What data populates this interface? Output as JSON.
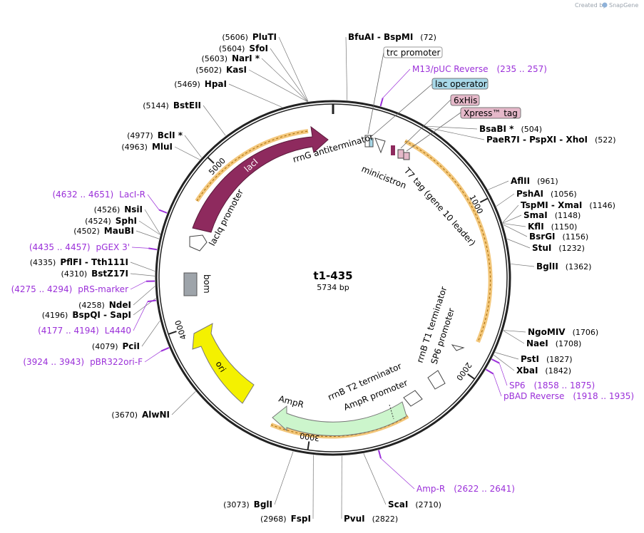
{
  "brand": {
    "created_by": "Created by",
    "app": "SnapGene"
  },
  "plasmid": {
    "name": "t1-435",
    "length": "5734 bp",
    "total_bp": 5734
  },
  "colors": {
    "backbone": "#222222",
    "primer": "#9b30d9",
    "lacI": "#8e2a5e",
    "ori": "#f4f100",
    "ampR": "#ccf5cc",
    "bom": "#9ea4aa",
    "orf": "#e8a640",
    "his_tag": "#e5b8c9",
    "lac_operator": "#a8d8e8"
  },
  "ticks": [
    {
      "label": "1000",
      "pos": 1000
    },
    {
      "label": "2000",
      "pos": 2000
    },
    {
      "label": "3000",
      "pos": 3000
    },
    {
      "label": "4000",
      "pos": 4000
    },
    {
      "label": "5000",
      "pos": 5000
    }
  ],
  "enzymes": [
    {
      "name": "PluTI",
      "pos": "(5606)"
    },
    {
      "name": "SfoI",
      "pos": "(5604)"
    },
    {
      "name": "NarI *",
      "pos": "(5603)"
    },
    {
      "name": "KasI",
      "pos": "(5602)"
    },
    {
      "name": "HpaI",
      "pos": "(5469)"
    },
    {
      "name": "BstEII",
      "pos": "(5144)"
    },
    {
      "name": "BclI *",
      "pos": "(4977)"
    },
    {
      "name": "MluI",
      "pos": "(4963)"
    },
    {
      "name": "NsiI",
      "pos": "(4526)"
    },
    {
      "name": "SphI",
      "pos": "(4524)"
    },
    {
      "name": "MauBI",
      "pos": "(4502)"
    },
    {
      "name": "PflFI  -  Tth111I",
      "pos": "(4335)"
    },
    {
      "name": "BstZ17I",
      "pos": "(4310)"
    },
    {
      "name": "NdeI",
      "pos": "(4258)"
    },
    {
      "name": "BspQI  -  SapI",
      "pos": "(4196)"
    },
    {
      "name": "PciI",
      "pos": "(4079)"
    },
    {
      "name": "AlwNI",
      "pos": "(3670)"
    },
    {
      "name": "BglI",
      "pos": "(3073)"
    },
    {
      "name": "FspI",
      "pos": "(2968)"
    },
    {
      "name": "PvuI",
      "pos": "(2822)"
    },
    {
      "name": "ScaI",
      "pos": "(2710)"
    },
    {
      "name": "BfuAI  -  BspMI",
      "pos": "(72)"
    },
    {
      "name": "BsaBI *",
      "pos": "(504)"
    },
    {
      "name": "PaeR7I  -  PspXI  -  XhoI",
      "pos": "(522)"
    },
    {
      "name": "AflII",
      "pos": "(961)"
    },
    {
      "name": "PshAI",
      "pos": "(1056)"
    },
    {
      "name": "TspMI  -  XmaI",
      "pos": "(1146)"
    },
    {
      "name": "SmaI",
      "pos": "(1148)"
    },
    {
      "name": "KflI",
      "pos": "(1150)"
    },
    {
      "name": "BsrGI",
      "pos": "(1156)"
    },
    {
      "name": "StuI",
      "pos": "(1232)"
    },
    {
      "name": "BglII",
      "pos": "(1362)"
    },
    {
      "name": "NgoMIV",
      "pos": "(1706)"
    },
    {
      "name": "NaeI",
      "pos": "(1708)"
    },
    {
      "name": "PstI",
      "pos": "(1827)"
    },
    {
      "name": "XbaI",
      "pos": "(1842)"
    }
  ],
  "primers": [
    {
      "name": "M13/pUC Reverse",
      "range": "(235 .. 257)"
    },
    {
      "name": "LacI-R",
      "range": "(4632 .. 4651)"
    },
    {
      "name": "pGEX 3'",
      "range": "(4435 .. 4457)"
    },
    {
      "name": "pRS-marker",
      "range": "(4275 .. 4294)"
    },
    {
      "name": "L4440",
      "range": "(4177 .. 4194)"
    },
    {
      "name": "pBR322ori-F",
      "range": "(3924 .. 3943)"
    },
    {
      "name": "SP6",
      "range": "(1858 .. 1875)"
    },
    {
      "name": "pBAD Reverse",
      "range": "(1918 .. 1935)"
    },
    {
      "name": "Amp-R",
      "range": "(2622 .. 2641)"
    }
  ],
  "features": {
    "boxed": [
      "trc promoter",
      "lac operator",
      "6xHis",
      "Xpress™ tag"
    ],
    "arc_labels": {
      "lacI": "lacI",
      "ori": "ori",
      "ampR": "AmpR",
      "bom": "bom",
      "rrnG": "rrnG antiterminator",
      "minicistron": "minicistron",
      "t7tag": "T7 tag (gene 10 leader)",
      "rrnB_T1": "rrnB T1 terminator",
      "sp6_promoter": "SP6 promoter",
      "rrnB_T2": "rrnB T2 terminator",
      "ampR_promoter": "AmpR promoter",
      "lacIq": "lacIq promoter"
    }
  }
}
